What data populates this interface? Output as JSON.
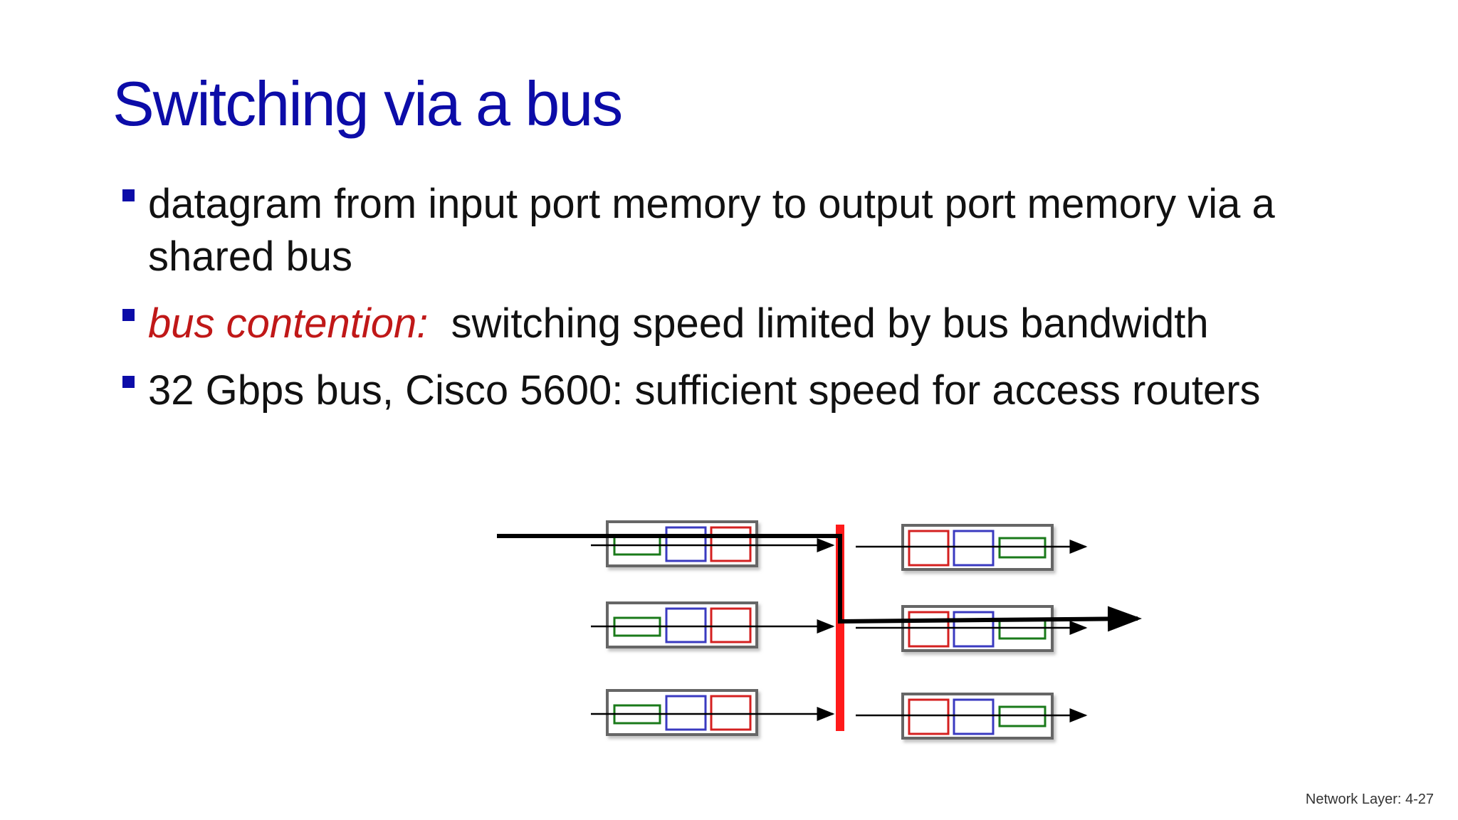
{
  "slide": {
    "title": "Switching via a bus",
    "bullets": [
      {
        "text": "datagram from input port memory to output port memory via a shared bus"
      },
      {
        "emphasis": "bus contention:",
        "text": "switching speed limited by bus bandwidth"
      },
      {
        "text": "32 Gbps bus, Cisco 5600: sufficient speed for access routers"
      }
    ],
    "footer": "Network Layer: 4-27"
  },
  "diagram": {
    "colors": {
      "bus": "#ff1a1a",
      "red_cell": "#d42020",
      "blue_cell": "#3a3ac0",
      "green_cell": "#1a7a1a",
      "port_border": "#666666",
      "path": "#000000"
    },
    "input_ports": [
      {
        "cells": [
          "green",
          "blue",
          "red"
        ]
      },
      {
        "cells": [
          "green",
          "blue",
          "red"
        ]
      },
      {
        "cells": [
          "green",
          "blue",
          "red"
        ]
      }
    ],
    "output_ports": [
      {
        "cells": [
          "red",
          "blue",
          "green"
        ]
      },
      {
        "cells": [
          "red",
          "blue",
          "green"
        ]
      },
      {
        "cells": [
          "red",
          "blue",
          "green"
        ]
      }
    ],
    "highlighted_path": {
      "from_input": 1,
      "to_output": 2
    }
  }
}
